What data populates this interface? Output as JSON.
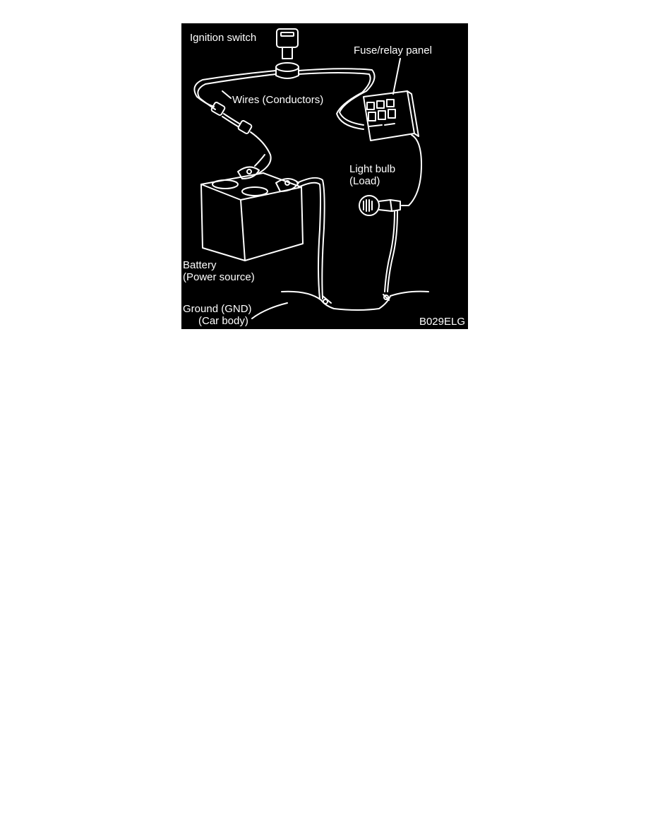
{
  "colors": {
    "background": "#000000",
    "line": "#ffffff",
    "page": "#ffffff"
  },
  "labels": {
    "ignition_switch": "Ignition switch",
    "fuse_relay_panel": "Fuse/relay panel",
    "wires": "Wires (Conductors)",
    "light_bulb_line1": "Light bulb",
    "light_bulb_line2": "(Load)",
    "battery_line1": "Battery",
    "battery_line2": "(Power source)",
    "ground_line1": "Ground (GND)",
    "ground_line2": "(Car body)",
    "figure_code": "B029ELG"
  }
}
